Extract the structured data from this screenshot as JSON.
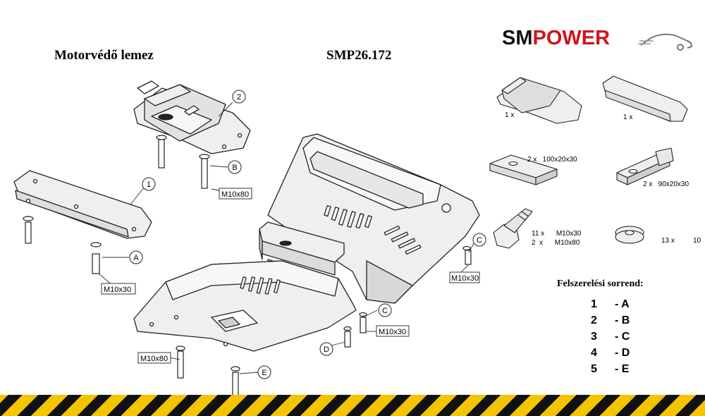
{
  "header": {
    "title": "Motorvédő lemez",
    "code": "SMP26.172",
    "brand_part1": "SM",
    "brand_part2": "POWER"
  },
  "colors": {
    "brand_red": "#d0141b",
    "brand_dark": "#111111",
    "stripe_yellow": "#f2c500",
    "stripe_black": "#111111",
    "plate_fill": "#efefef",
    "line": "#222222"
  },
  "callouts": {
    "part1": "1",
    "part2": "2",
    "A": "A",
    "B": "B",
    "C1": "C",
    "C2": "C",
    "D": "D",
    "E": "E"
  },
  "bolt_labels": {
    "b1": "M10x80",
    "b2": "M10x30",
    "b3": "M10x30",
    "b4": "M10x30",
    "b5": "M10x80"
  },
  "parts_list": {
    "item1_qty": "1 x",
    "item2_qty": "1 x",
    "item3_label": "2 x   100x20x30",
    "item4_label": "2 x   90x20x30",
    "bolt_line1": "11 x      M10x30",
    "bolt_line2": "2  x      M10x80",
    "washer_qty": "13 x",
    "washer_size": "10"
  },
  "order": {
    "title": "Felszerelési sorrend:",
    "steps": [
      {
        "n": "1",
        "l": "- A"
      },
      {
        "n": "2",
        "l": "- B"
      },
      {
        "n": "3",
        "l": "- C"
      },
      {
        "n": "4",
        "l": "- D"
      },
      {
        "n": "5",
        "l": "- E"
      }
    ]
  }
}
